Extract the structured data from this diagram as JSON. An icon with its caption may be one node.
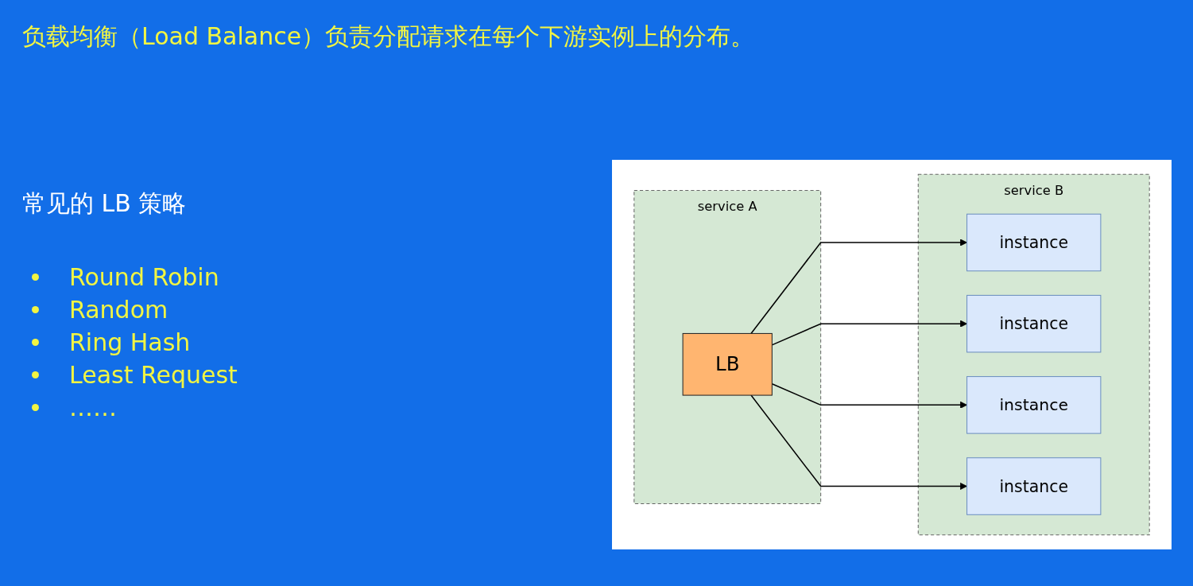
{
  "diagram": {
    "title": "负载均衡（Load Balance）负责分配请求在每个下游实例上的分布。",
    "nodes": [
      {
        "text": [
          "service A"
        ]
      },
      {
        "text": [
          "LB"
        ],
        "in": 0
      },
      {
        "text": [
          "service B"
        ]
      },
      {
        "text": [
          "instance"
        ],
        "in": 2
      },
      {
        "text": [
          "instance"
        ],
        "in": 2
      },
      {
        "text": [
          "instance"
        ],
        "in": 2
      },
      {
        "text": [
          "instance"
        ],
        "in": 2
      }
    ],
    "edges": [
      {
        "from": 1,
        "to": 3,
        "arrow": "to"
      },
      {
        "from": 1,
        "to": 4,
        "arrow": "to"
      },
      {
        "from": 1,
        "to": 5,
        "arrow": "to"
      },
      {
        "from": 1,
        "to": 6,
        "arrow": "to"
      }
    ],
    "labels": [
      "常见的 LB 策略",
      "Round Robin",
      "Random",
      "Ring Hash",
      "Least Request",
      "……"
    ]
  }
}
